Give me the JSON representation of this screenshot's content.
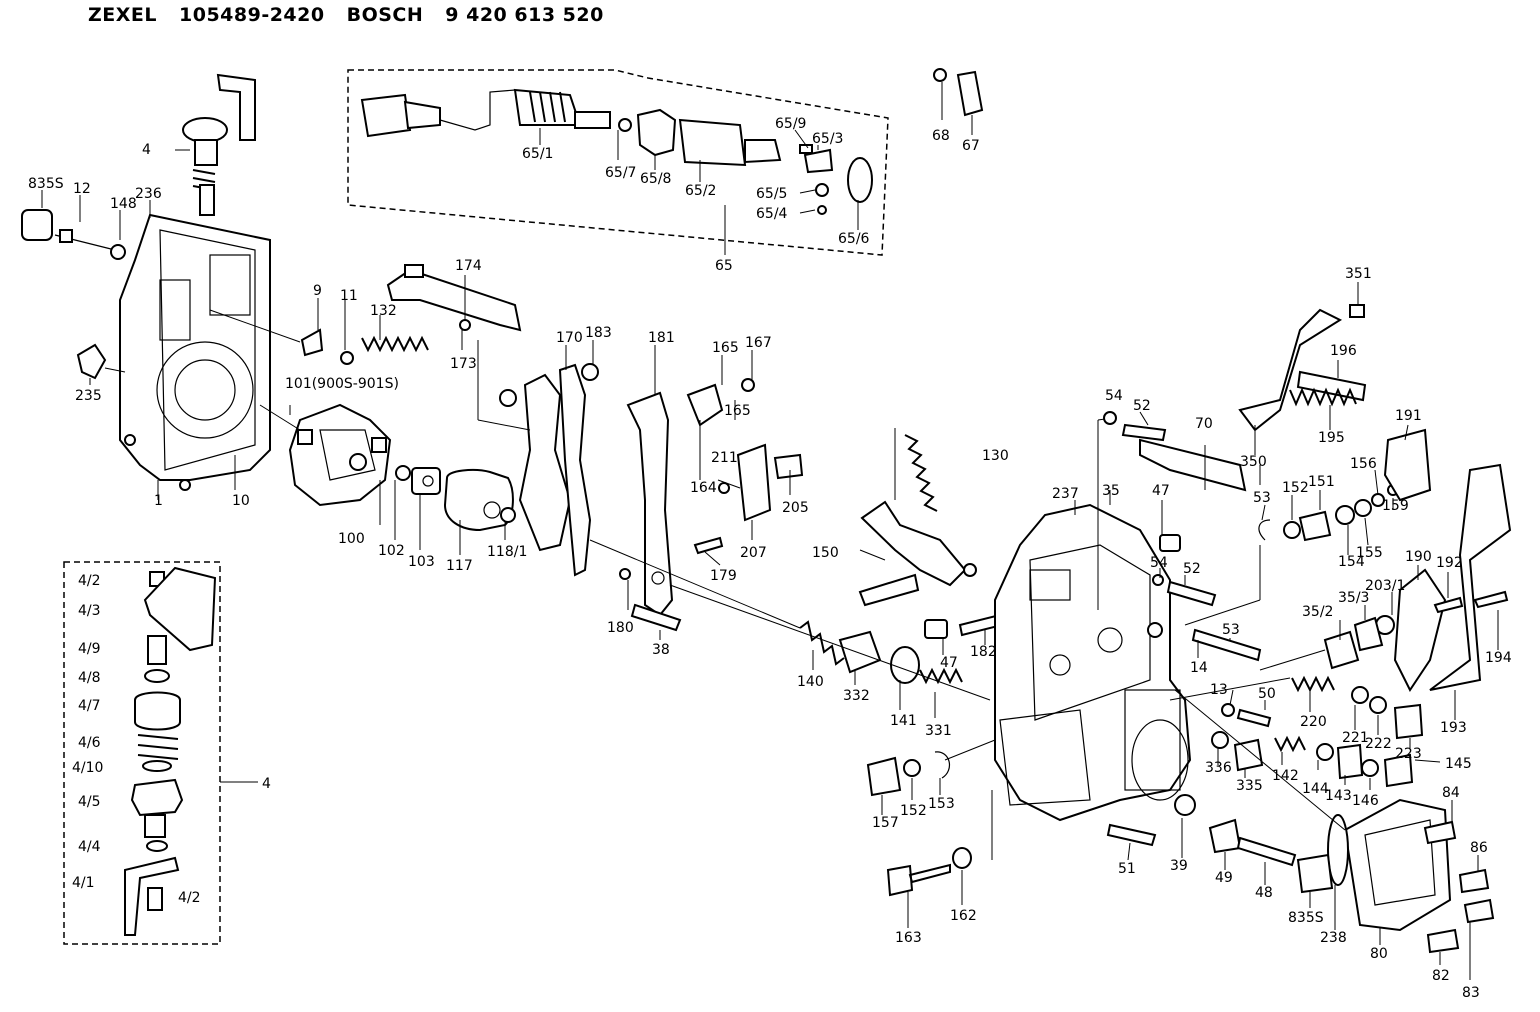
{
  "header": {
    "brand1": "ZEXEL",
    "number1": "105489-2420",
    "brand2": "BOSCH",
    "number2": "9 420 613 520"
  },
  "labels": {
    "l4": "4",
    "l835s_a": "835S",
    "l12": "12",
    "l148": "148",
    "l236": "236",
    "l235": "235",
    "l1": "1",
    "l10": "10",
    "l9": "9",
    "l11": "11",
    "l132": "132",
    "l174": "174",
    "l173": "173",
    "l101": "101(900S-901S)",
    "l100": "100",
    "l102": "102",
    "l103": "103",
    "l117": "117",
    "l118_1": "118/1",
    "l170": "170",
    "l183": "183",
    "l181": "181",
    "l165_a": "165",
    "l167": "167",
    "l165_b": "165",
    "l164": "164",
    "l211": "211",
    "l205": "205",
    "l207": "207",
    "l179": "179",
    "l180": "180",
    "l38": "38",
    "l65_1": "65/1",
    "l65_7": "65/7",
    "l65_8": "65/8",
    "l65_2": "65/2",
    "l65_9": "65/9",
    "l65_3": "65/3",
    "l65_5": "65/5",
    "l65_4": "65/4",
    "l65_6": "65/6",
    "l65": "65",
    "l68": "68",
    "l67": "67",
    "l130": "130",
    "l150": "150",
    "l182": "182",
    "l47_a": "47",
    "l140": "140",
    "l332": "332",
    "l141": "141",
    "l331": "331",
    "l54_a": "54",
    "l52_a": "52",
    "l70": "70",
    "l237": "237",
    "l35": "35",
    "l47_b": "47",
    "l54_b": "54",
    "l52_b": "52",
    "l53_a": "53",
    "l14": "14",
    "l53_b": "53",
    "l152_a": "152",
    "l151": "151",
    "l154": "154",
    "l155": "155",
    "l156": "156",
    "l159": "159",
    "l350": "350",
    "l351": "351",
    "l196": "196",
    "l195": "195",
    "l191": "191",
    "l190": "190",
    "l192": "192",
    "l194": "194",
    "l193": "193",
    "l203_1": "203/1",
    "l35_3": "35/3",
    "l35_2": "35/2",
    "l220": "220",
    "l13": "13",
    "l50": "50",
    "l221": "221",
    "l222": "222",
    "l223": "223",
    "l336": "336",
    "l335": "335",
    "l142": "142",
    "l144": "144",
    "l143": "143",
    "l146": "146",
    "l145": "145",
    "l157": "157",
    "l152_b": "152",
    "l153": "153",
    "l51": "51",
    "l39": "39",
    "l49": "49",
    "l48": "48",
    "l835s_b": "835S",
    "l238": "238",
    "l80": "80",
    "l84": "84",
    "l86": "86",
    "l82": "82",
    "l83": "83",
    "l163": "163",
    "l162": "162",
    "l4_2a": "4/2",
    "l4_3": "4/3",
    "l4_9": "4/9",
    "l4_8": "4/8",
    "l4_7": "4/7",
    "l4_6": "4/6",
    "l4_10": "4/10",
    "l4_5": "4/5",
    "l4_4": "4/4",
    "l4_1": "4/1",
    "l4_2b": "4/2",
    "l4_box": "4"
  }
}
